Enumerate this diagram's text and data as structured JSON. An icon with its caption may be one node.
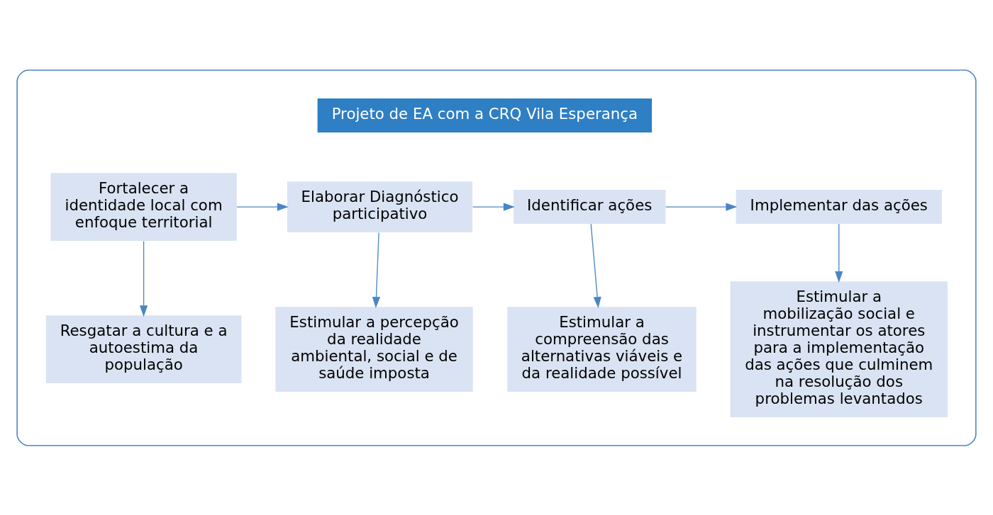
{
  "diagram": {
    "nodes": [
      {
        "text": [],
        "shape": "ellipse"
      },
      {
        "text": [
          "Projeto de EA com a CRQ Vila Esperança"
        ],
        "in": 0
      },
      {
        "text": [
          "Fortalecer a identidade local com enfoque territorial"
        ],
        "in": 0
      },
      {
        "text": [
          "Elaborar Diagnóstico participativo"
        ],
        "in": 0
      },
      {
        "text": [
          "Identificar ações"
        ],
        "in": 0
      },
      {
        "text": [
          "Implementar das ações"
        ],
        "in": 0
      },
      {
        "text": [
          "Resgatar a cultura e a autoestima da população"
        ],
        "in": 0
      },
      {
        "text": [
          "Estimular a percepção da realidade ambiental, social e de saúde imposta"
        ],
        "in": 0
      },
      {
        "text": [
          "Estimular a compreensão das alternativas viáveis e da realidade possível"
        ],
        "in": 0
      },
      {
        "text": [
          "Estimular a mobilização social e instrumentar os atores para a implementação das ações que culminem na resolução dos problemas levantados"
        ],
        "in": 0
      }
    ],
    "edges": [
      {
        "from": 2,
        "to": 3,
        "arrow": "to"
      },
      {
        "from": 3,
        "to": 4,
        "arrow": "to"
      },
      {
        "from": 4,
        "to": 5,
        "arrow": "to"
      },
      {
        "from": 2,
        "to": 6,
        "arrow": "to"
      },
      {
        "from": 3,
        "to": 7,
        "arrow": "to"
      },
      {
        "from": 4,
        "to": 8,
        "arrow": "to"
      },
      {
        "from": 5,
        "to": 9,
        "arrow": "to"
      }
    ]
  }
}
